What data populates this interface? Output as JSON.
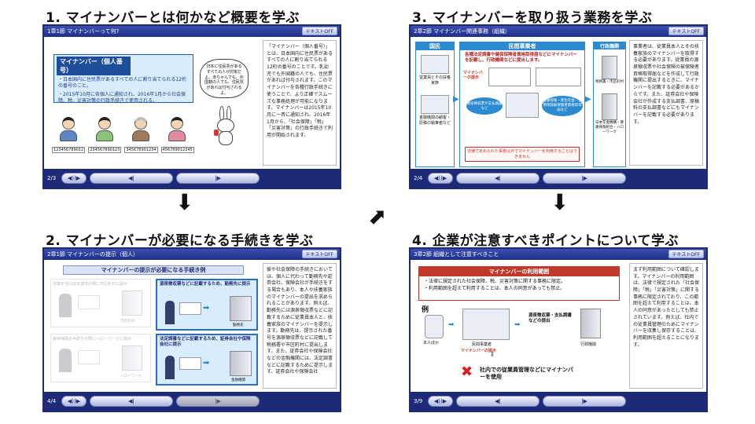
{
  "steps": [
    {
      "title": "1. マイナンバーとは何かなど概要を学ぶ",
      "header": "1章1節 マイナンバーって何?",
      "text_off": "テキストOFF",
      "page": "2/3",
      "box_title": "マイナンバー（個人番号）",
      "bullets": [
        "・日本国内に住民票があるすべての人に割り当てられる12桁の番号のこと。",
        "・2015年10月に各個人に通知され、2016年1月から社会保障、税、災害対策の行政手続きで使用される。"
      ],
      "speech": "日本に住民票があるすべての人が対象だよ。赤ちゃんでも、外国籍の人でも、住民票があれば付与されるよ。",
      "numbers": [
        "123456789012",
        "234567890123",
        "345678901234",
        "456789012345"
      ],
      "notes": "「マイナンバー（個人番号）」とは、日本国内に住民票があるすべての人に割り当てられる12桁の番号のことです。乳幼児でも外国籍の人でも、住民票があれば付与されます。このマイナンバーを各種行政手続きに使うことで、より正確でスムーズな事務処理が可能になります。マイナンバーは2015年10月に一斉に通知され、2016年1月から、「社会保障」「税」「災害対策」の行政手続きで利用が開始されます。"
    },
    {
      "title": "2. マイナンバーが必要になる手続きを学ぶ",
      "header": "2章1節 マイナンバーの提示（個人）",
      "text_off": "テキストOFF",
      "page": "4/4",
      "banner": "マイナンバーの提示が必要になる手続き例",
      "faded_rows": [
        "児童手当の認定請求の際に市区町村に提示",
        "雇用保険の手続きの際にハローワークに提示"
      ],
      "faded_labels": [
        "市区町村",
        "ハローワーク"
      ],
      "row1_title": "源泉徴収票などに記載するため、勤務先に提示",
      "row1_dest": "勤務先",
      "row2_title": "法定調書などに記載するため、証券会社や保険会社に提示",
      "row2_dest": "金融機関",
      "notes": "彼や社会保障の手続きにおいては、個人に代わって勤務先や証券会社、保険会社が手続きをする場合もあり、本人や扶養家族のマイナンバーの提出を求められることがあります。例えば、勤務先には源泉徴収票などに記載するために従業員本人と、扶養家族のマイナンバーを提示します。勤務先は、提示された番号を源泉徴収票などに記載して税務署や市区町村に提出します。また、証券会社や保険会社などの金融機関には、法定調書などに記載するために提示します。証券会社や保険会社"
    },
    {
      "title": "3. マイナンバーを取り扱う業務を学ぶ",
      "header": "2章2節 マイナンバー関連事務（組織）",
      "text_off": "テキストOFF",
      "page": "2/4",
      "col_citizen": "国民",
      "col_private": "民間事業者",
      "col_gov": "行政機関",
      "citizen_a": "従業員とその扶養家族",
      "citizen_b": "金融機関の顧客・原稿の執筆者など",
      "private_top": "各種法定調書や健保保険者資格取得届などにマイナンバーを記載し、行政機関などに提出します。",
      "mynumber_label": "マイナンバーの提示",
      "flow_a": "源泉徴収票や支払調書など",
      "flow_b": "健康保険・厚生年金・雇用保険被保険者資格取得届など",
      "private_bottom": "法律で定められた事務以外でマイナンバーを利用することはできません",
      "gov_a": "税務署・市区町村",
      "gov_b": "日本年金機構・健康保険組合・ハローワーク",
      "notes": "事業者は、従業員本人とその扶養家族のマイナンバーを取得する必要があります。従業員の源泉徴収票や社会保険の被保険者資格取得届などを作成して行政機関に提出するときに、マイナンバーを記載する必要があるからです。また、証券会社や保険会社が作成する支払調書、原稿料の支払調書などにもマイナンバーを記載する必要があります。"
    },
    {
      "title": "4. 企業が注意すべきポイントについて学ぶ",
      "header": "3章2節 組織として注意すべきこと",
      "text_off": "テキストOFF",
      "page": "3/9",
      "banner": "マイナンバーの利用範囲",
      "rules": [
        "・法律に規定された社会保障、税、災害対策に関する事務に限定。",
        "・利用範囲を超えて利用することは、本人の同意があっても禁止。"
      ],
      "example": "例",
      "person_label": "本人ほか",
      "mynumber_label": "マイナンバーの提示",
      "company_label": "民間事業者",
      "submit_label": "源泉徴収票・支払調書などの提出",
      "office_label": "行政機関",
      "forbidden": "社内での従業員管理などにマイナンバーを使用",
      "notes": "まず利用範囲について確認します。マイナンバーの利用範囲は、法律で規定された「社会保障」「税」「災害対策」に関する事務に限定されており、この範囲を超えて利用することは、本人の同意があったとしても禁止されています。例えば、社内での従業員管理のためにマイナンバーを収集し保存することは、利用範囲を超えることになります。"
    }
  ],
  "controls": {
    "audio": "◀))▶",
    "prev": "◀|",
    "next": "|▶"
  },
  "colors": {
    "frame": "#1e2a78",
    "accent_blue": "#1e63b0",
    "accent_red": "#c0392b"
  }
}
